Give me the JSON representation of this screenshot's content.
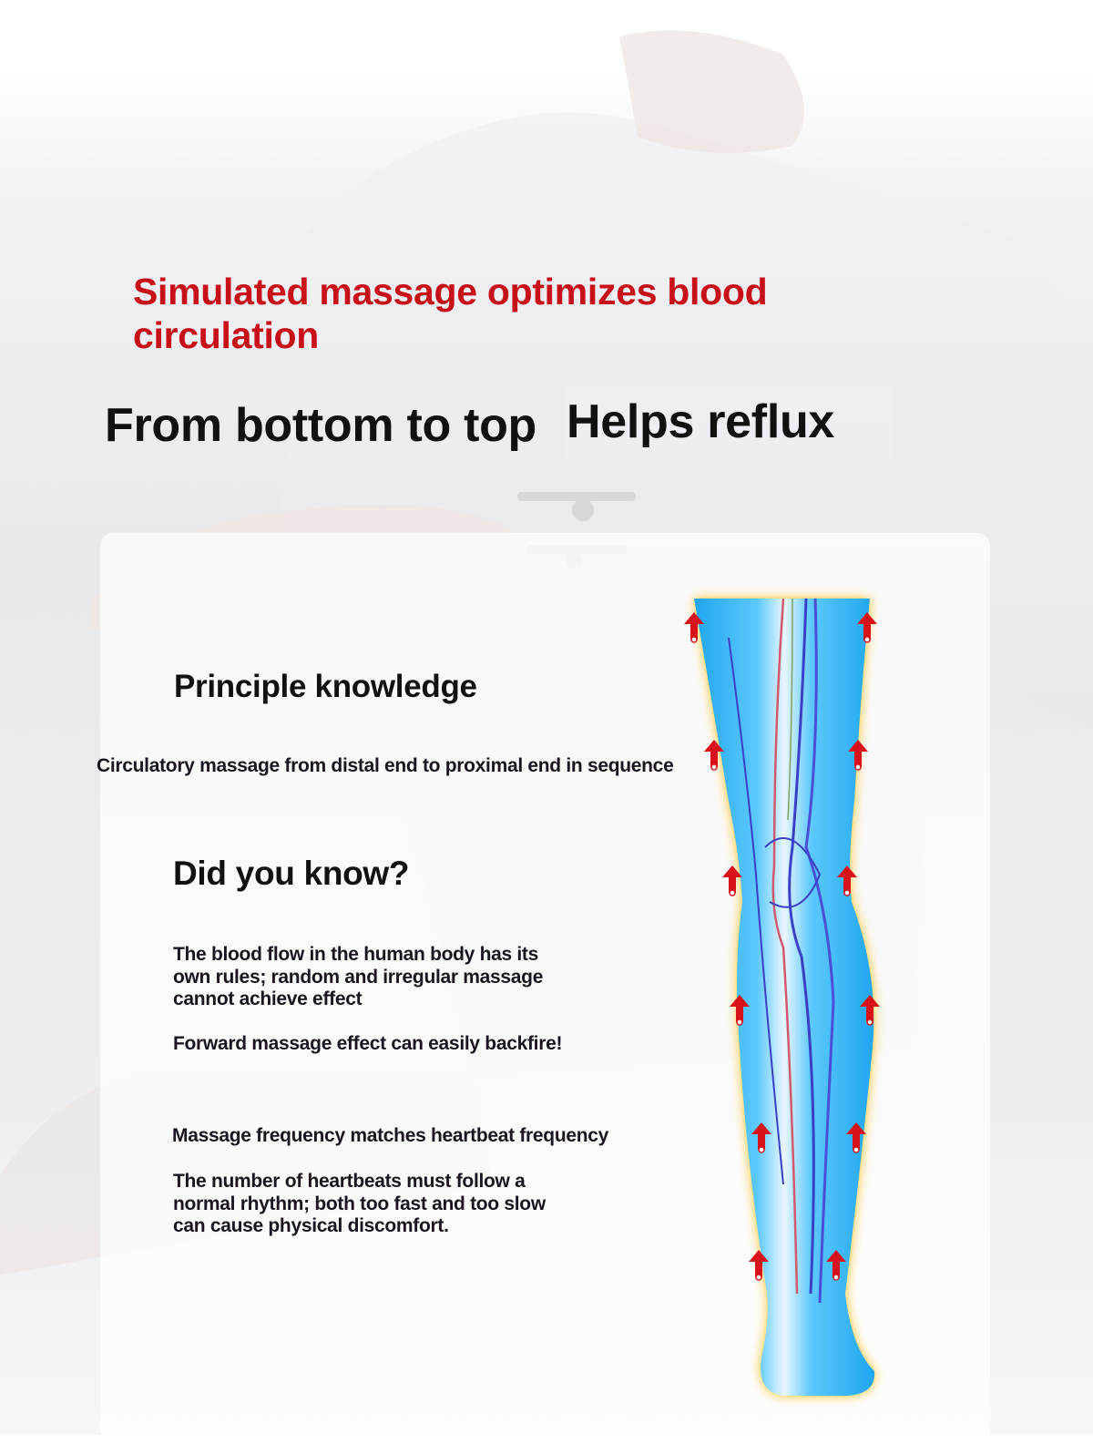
{
  "headline": "Simulated massage optimizes blood circulation",
  "slogan_left": "From bottom to top",
  "slogan_right": "Helps reflux",
  "principle": {
    "title": "Principle knowledge",
    "text": "Circulatory massage from distal end to proximal end in sequence"
  },
  "did_you_know": {
    "title": "Did you know?",
    "para1": "The blood flow in the human body has its own rules; random and irregular massage cannot achieve effect",
    "para2": "Forward massage effect can easily backfire!",
    "para3": "Massage frequency matches heartbeat frequency",
    "para4": "The number of heartbeats must follow a normal rhythm; both too fast and too slow can cause physical discomfort."
  },
  "colors": {
    "headline": "#c8101a",
    "leg": "#2fb4f5",
    "glow": "#ffc21a",
    "arrow": "#d8121b"
  },
  "icons": {
    "arrow": "arrow-up-icon"
  }
}
